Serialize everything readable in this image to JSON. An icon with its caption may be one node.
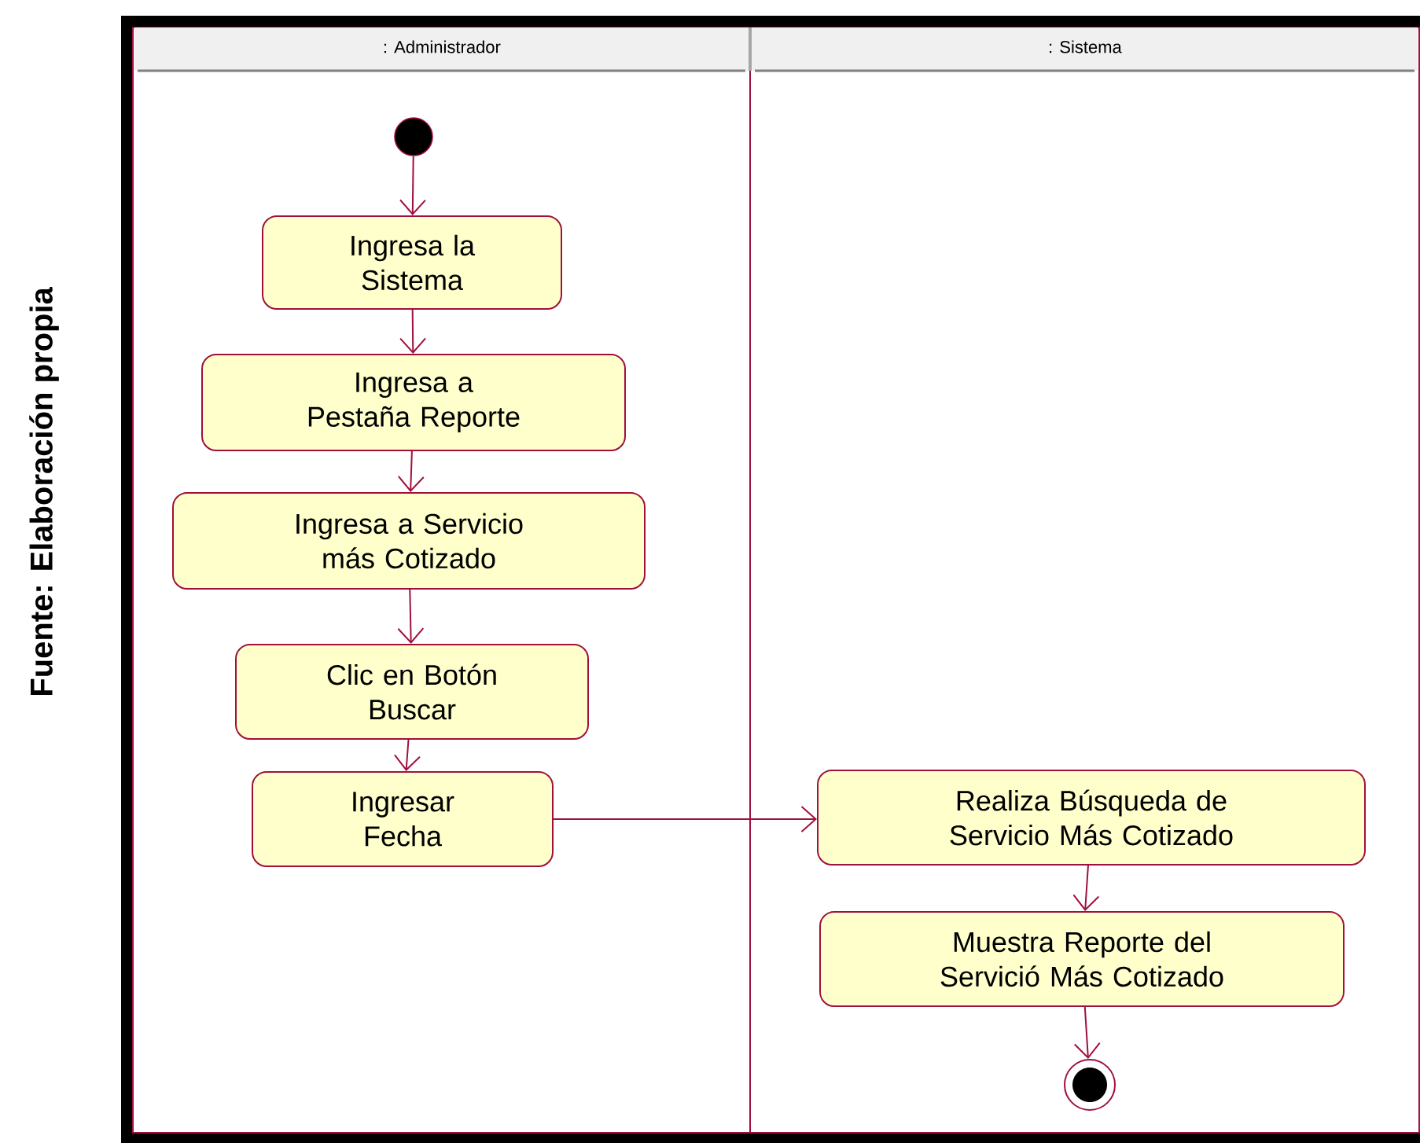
{
  "diagram": {
    "nodes": [
      {
        "text": [
          ": Administrador"
        ]
      },
      {
        "text": [
          ": Sistema"
        ]
      },
      {
        "text": [],
        "shape": "circle",
        "in": 0
      },
      {
        "text": [
          "Ingresa la Sistema"
        ],
        "in": 0
      },
      {
        "text": [
          "Ingresa a Pestaña Reporte"
        ],
        "in": 0
      },
      {
        "text": [
          "Ingresa a Servicio más Cotizado"
        ],
        "in": 0
      },
      {
        "text": [
          "Clic en Botón Buscar"
        ],
        "in": 0
      },
      {
        "text": [
          "Ingresar Fecha"
        ],
        "in": 0
      },
      {
        "text": [
          "Realiza Búsqueda de Servicio Más Cotizado"
        ],
        "in": 1
      },
      {
        "text": [
          "Muestra Reporte del Servició Más Cotizado"
        ],
        "in": 1
      },
      {
        "text": [],
        "shape": "circle",
        "in": 1
      }
    ],
    "edges": [
      {
        "from": 2,
        "to": 3,
        "arrow": "to"
      },
      {
        "from": 3,
        "to": 4,
        "arrow": "to"
      },
      {
        "from": 4,
        "to": 5,
        "arrow": "to"
      },
      {
        "from": 5,
        "to": 6,
        "arrow": "to"
      },
      {
        "from": 6,
        "to": 7,
        "arrow": "to"
      },
      {
        "from": 7,
        "to": 8,
        "arrow": "to"
      },
      {
        "from": 8,
        "to": 9,
        "arrow": "to"
      },
      {
        "from": 9,
        "to": 10,
        "arrow": "to"
      }
    ],
    "labels": [
      "Fuente: Elaboración propia"
    ]
  }
}
